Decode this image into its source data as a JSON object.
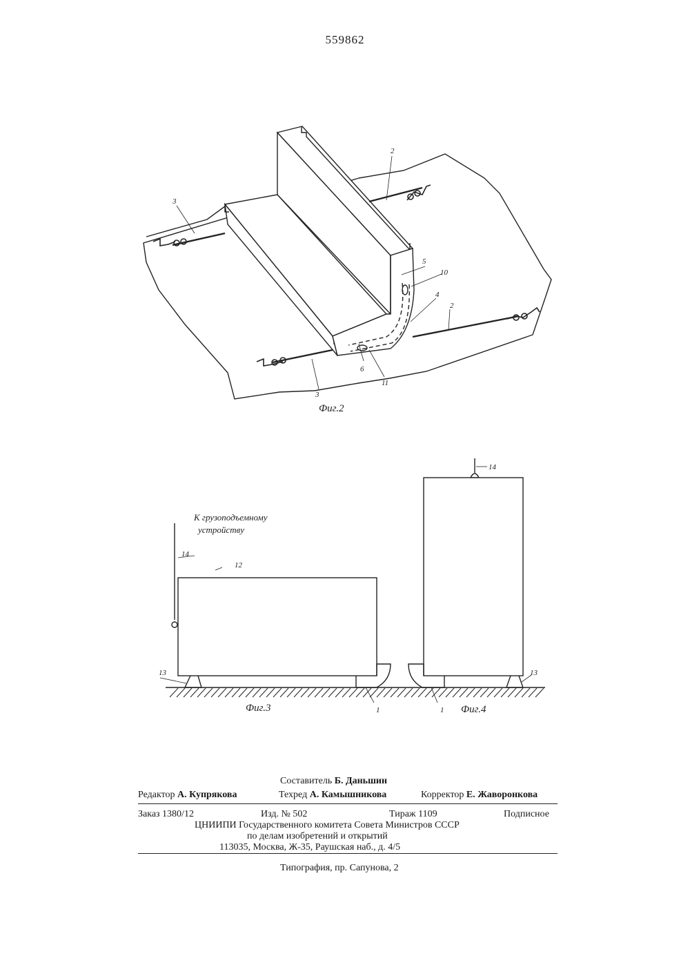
{
  "document": {
    "patent_number": "559862"
  },
  "figures": {
    "fig2": {
      "caption": "Фиг.2",
      "refs": {
        "r2a": "2",
        "r2b": "2",
        "r3a": "3",
        "r3b": "3",
        "r4": "4",
        "r5": "5",
        "r6": "6",
        "r10": "10",
        "r11": "11"
      }
    },
    "fig3": {
      "caption": "Фиг.3",
      "note_line1": "К грузоподъемному",
      "note_line2": "устройству",
      "refs": {
        "r1": "1",
        "r12": "12",
        "r13": "13",
        "r14": "14"
      }
    },
    "fig4": {
      "caption": "Фиг.4",
      "refs": {
        "r1": "1",
        "r13": "13",
        "r14": "14"
      }
    }
  },
  "colophon": {
    "compiler_label": "Составитель",
    "compiler_name": "Б. Даньшин",
    "editor_label": "Редактор",
    "editor_name": "А. Купрякова",
    "techeditor_label": "Техред",
    "techeditor_name": "А. Камышникова",
    "corrector_label": "Корректор",
    "corrector_name": "Е. Жаворонкова",
    "order": "Заказ 1380/12",
    "issue": "Изд. № 502",
    "circulation": "Тираж 1109",
    "subscription": "Подписное",
    "org_line1": "ЦНИИПИ Государственного комитета Совета Министров СССР",
    "org_line2": "по делам изобретений и открытий",
    "address": "113035, Москва, Ж-35, Раушская наб., д. 4/5",
    "printer": "Типография, пр. Сапунова, 2"
  }
}
